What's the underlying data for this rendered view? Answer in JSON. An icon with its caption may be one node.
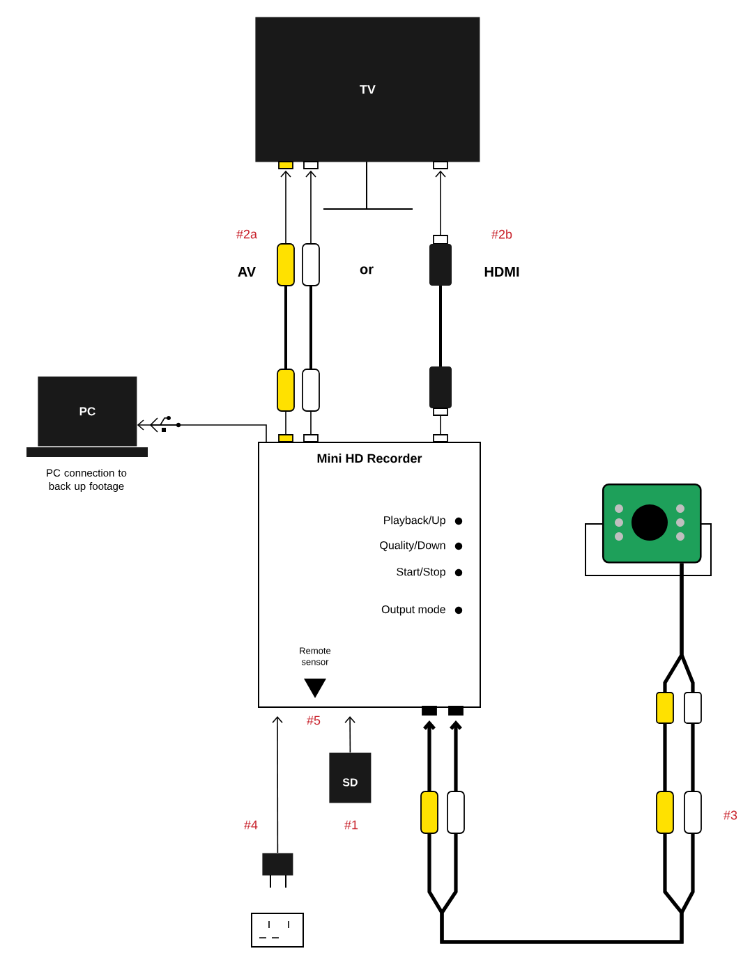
{
  "diagram": {
    "nodes": [
      {
        "text": [
          "TV"
        ]
      },
      {
        "text": [
          "PC"
        ],
        "beside": [
          "PC connection to back up footage"
        ]
      },
      {
        "text": [
          "Mini HD Recorder"
        ]
      },
      {
        "text": [],
        "shape": "camera"
      },
      {
        "text": [
          "SD"
        ]
      },
      {
        "text": [],
        "shape": "plug"
      },
      {
        "text": [],
        "shape": "outlet"
      }
    ],
    "edges": [
      {
        "from": 2,
        "to": 0,
        "arrow": "to"
      },
      {
        "from": 2,
        "to": 0,
        "arrow": "to"
      },
      {
        "from": 2,
        "to": 0,
        "arrow": "to"
      },
      {
        "from": 2,
        "to": 1,
        "arrow": "to"
      },
      {
        "from": 4,
        "to": 2,
        "arrow": "to"
      },
      {
        "from": 5,
        "to": 2,
        "arrow": "to"
      },
      {
        "from": 3,
        "to": 2,
        "arrow": "to",
        "style": "thick"
      },
      {
        "from": 3,
        "to": 2,
        "arrow": "to",
        "style": "thick"
      }
    ],
    "labels": [
      "#2a",
      "#2b",
      "AV",
      "or",
      "HDMI",
      "Playback/Up",
      "Quality/Down",
      "Start/Stop",
      "Output mode",
      "Remote sensor",
      "#5",
      "#4",
      "#1",
      "#3"
    ]
  }
}
